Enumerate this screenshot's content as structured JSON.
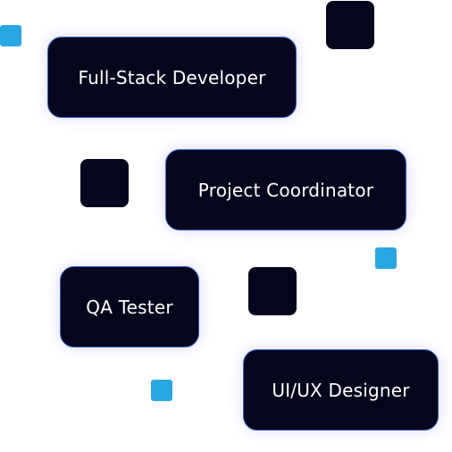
{
  "roles": [
    {
      "label": "Full-Stack Developer"
    },
    {
      "label": "Project Coordinator"
    },
    {
      "label": "QA Tester"
    },
    {
      "label": "UI/UX Designer"
    }
  ],
  "colors": {
    "pill_background": "#05051e",
    "pill_border": "#2f63c9",
    "pill_text": "#ffffff",
    "accent_square": "#29a7e3",
    "dark_square": "#05051e",
    "background": "#ffffff"
  }
}
